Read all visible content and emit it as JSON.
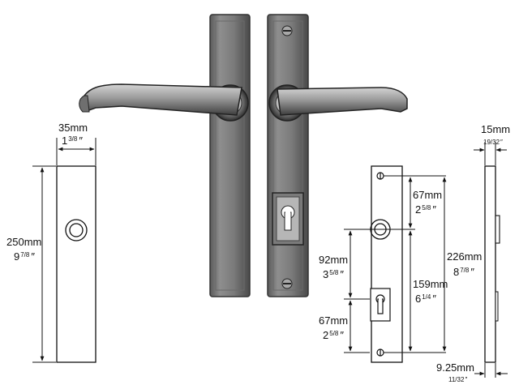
{
  "colors": {
    "metal_dark": "#3a3a3a",
    "metal_mid": "#8c8c8c",
    "metal_light": "#c9c9c9",
    "line": "#111111"
  },
  "icons": {
    "screw": "screw-icon",
    "keyhole": "euro-cylinder-keyhole-icon",
    "spindle": "spindle-rose-icon"
  },
  "labels": {
    "width_mm": "35mm",
    "width_in_whole": "1",
    "width_in_frac": "3/8",
    "height_mm": "250mm",
    "height_in_whole": "9",
    "height_in_frac": "7/8",
    "spindle_offset_mm": "67mm",
    "spindle_offset_in_whole": "2",
    "spindle_offset_in_frac": "5/8",
    "screw_centres_mm": "226mm",
    "screw_centres_in_whole": "8",
    "screw_centres_in_frac": "7/8",
    "spindle_to_screw_mm": "159mm",
    "spindle_to_screw_in_whole": "6",
    "spindle_to_screw_in_frac": "1/4",
    "spindle_to_cylinder_mm": "92mm",
    "spindle_to_cylinder_in_whole": "3",
    "spindle_to_cylinder_in_frac": "5/8",
    "cylinder_to_screw_mm": "67mm",
    "cylinder_to_screw_in_whole": "2",
    "cylinder_to_screw_in_frac": "5/8",
    "thickness_mm": "15mm",
    "thickness_in": "19/32",
    "projection_mm": "9.25mm",
    "projection_in": "11/32",
    "inch_mark": "″"
  }
}
